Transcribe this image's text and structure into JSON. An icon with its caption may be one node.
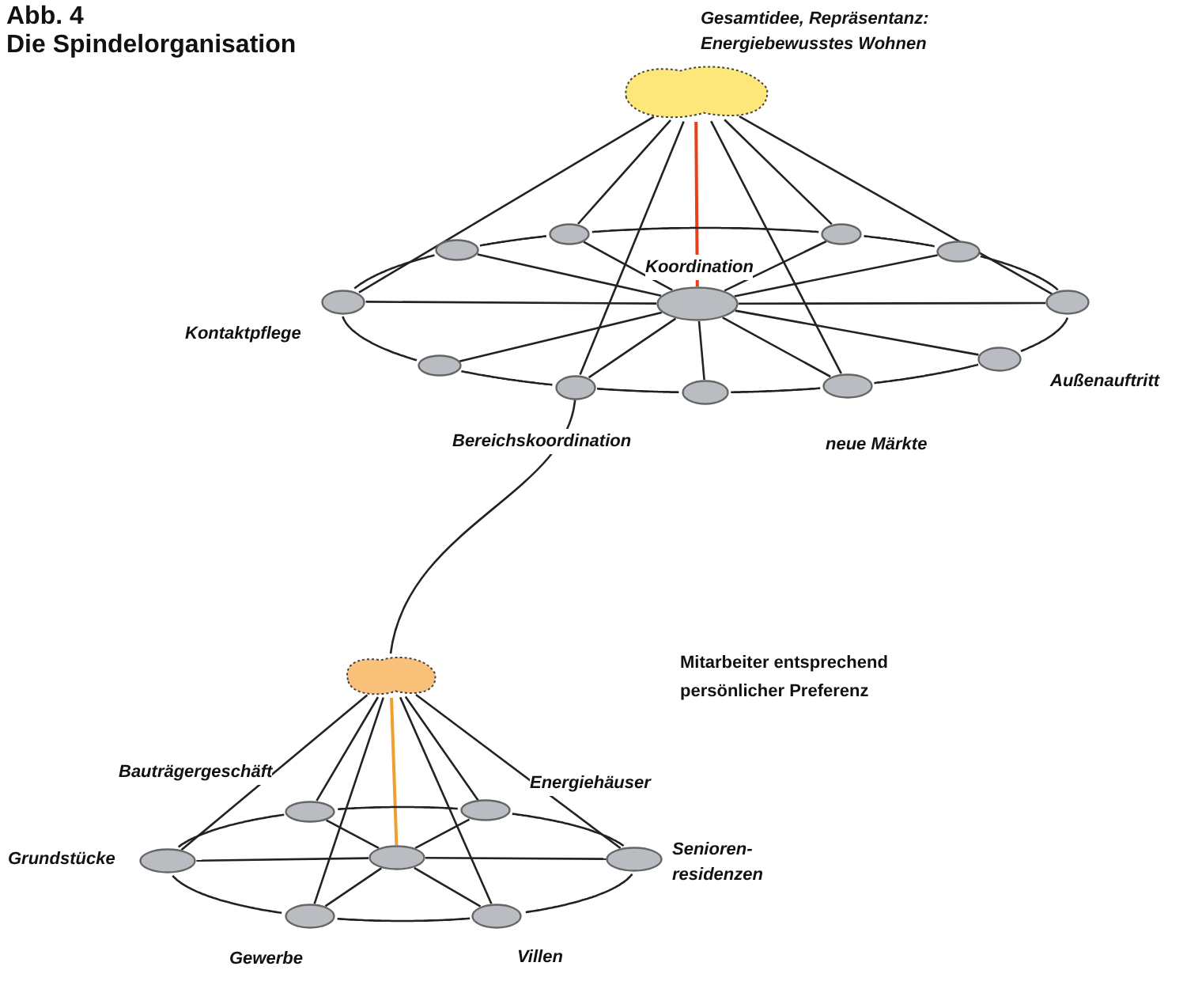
{
  "diagram": {
    "title": "Die Spindelorganisation",
    "nodes": [
      {
        "text": [],
        "shape": "cloud",
        "beside": [
          "Gesamtidee, Repräsentanz: Energiebewusstes Wohnen"
        ]
      },
      {
        "text": [],
        "shape": "ellipse",
        "beside": [
          "Koordination"
        ]
      },
      {
        "text": [],
        "shape": "ellipse",
        "beside": [
          "Kontaktpflege"
        ]
      },
      {
        "text": [],
        "shape": "ellipse"
      },
      {
        "text": [],
        "shape": "ellipse"
      },
      {
        "text": [],
        "shape": "ellipse"
      },
      {
        "text": [],
        "shape": "ellipse"
      },
      {
        "text": [],
        "shape": "ellipse"
      },
      {
        "text": [],
        "shape": "ellipse",
        "beside": [
          "Außenauftritt"
        ]
      },
      {
        "text": [],
        "shape": "ellipse",
        "beside": [
          "neue Märkte"
        ]
      },
      {
        "text": [],
        "shape": "ellipse"
      },
      {
        "text": [],
        "shape": "ellipse",
        "beside": [
          "Bereichskoordination"
        ]
      },
      {
        "text": [],
        "shape": "ellipse"
      },
      {
        "text": [],
        "shape": "cloud"
      },
      {
        "text": [],
        "shape": "ellipse"
      },
      {
        "text": [],
        "shape": "ellipse",
        "beside": [
          "Grundstücke"
        ]
      },
      {
        "text": [],
        "shape": "ellipse",
        "beside": [
          "Bauträgergeschäft"
        ]
      },
      {
        "text": [],
        "shape": "ellipse",
        "beside": [
          "Energiehäuser"
        ]
      },
      {
        "text": [],
        "shape": "ellipse",
        "beside": [
          "Senioren- residenzen"
        ]
      },
      {
        "text": [],
        "shape": "ellipse",
        "beside": [
          "Villen"
        ]
      },
      {
        "text": [],
        "shape": "ellipse",
        "beside": [
          "Gewerbe"
        ]
      }
    ],
    "edges": [
      {
        "from": 0,
        "to": 1,
        "arrow": "none",
        "color": "#e8401c"
      },
      {
        "from": 0,
        "to": 2,
        "arrow": "none"
      },
      {
        "from": 0,
        "to": 4,
        "arrow": "none"
      },
      {
        "from": 0,
        "to": 11,
        "arrow": "none"
      },
      {
        "from": 0,
        "to": 9,
        "arrow": "none"
      },
      {
        "from": 0,
        "to": 5,
        "arrow": "none"
      },
      {
        "from": 0,
        "to": 7,
        "arrow": "none"
      },
      {
        "from": 1,
        "to": 2,
        "arrow": "none"
      },
      {
        "from": 1,
        "to": 3,
        "arrow": "none"
      },
      {
        "from": 1,
        "to": 4,
        "arrow": "none"
      },
      {
        "from": 1,
        "to": 5,
        "arrow": "none"
      },
      {
        "from": 1,
        "to": 6,
        "arrow": "none"
      },
      {
        "from": 1,
        "to": 7,
        "arrow": "none"
      },
      {
        "from": 1,
        "to": 8,
        "arrow": "none"
      },
      {
        "from": 1,
        "to": 9,
        "arrow": "none"
      },
      {
        "from": 1,
        "to": 10,
        "arrow": "none"
      },
      {
        "from": 1,
        "to": 11,
        "arrow": "none"
      },
      {
        "from": 1,
        "to": 12,
        "arrow": "none"
      },
      {
        "from": 2,
        "to": 3,
        "arrow": "none"
      },
      {
        "from": 3,
        "to": 4,
        "arrow": "none"
      },
      {
        "from": 4,
        "to": 5,
        "arrow": "none"
      },
      {
        "from": 5,
        "to": 6,
        "arrow": "none"
      },
      {
        "from": 6,
        "to": 7,
        "arrow": "none"
      },
      {
        "from": 7,
        "to": 8,
        "arrow": "none"
      },
      {
        "from": 8,
        "to": 9,
        "arrow": "none"
      },
      {
        "from": 9,
        "to": 10,
        "arrow": "none"
      },
      {
        "from": 10,
        "to": 11,
        "arrow": "none"
      },
      {
        "from": 11,
        "to": 12,
        "arrow": "none"
      },
      {
        "from": 12,
        "to": 2,
        "arrow": "none"
      },
      {
        "from": 11,
        "to": 13,
        "arrow": "none"
      },
      {
        "from": 13,
        "to": 14,
        "arrow": "none",
        "color": "#f0a030"
      },
      {
        "from": 13,
        "to": 15,
        "arrow": "none"
      },
      {
        "from": 13,
        "to": 16,
        "arrow": "none"
      },
      {
        "from": 13,
        "to": 20,
        "arrow": "none"
      },
      {
        "from": 13,
        "to": 19,
        "arrow": "none"
      },
      {
        "from": 13,
        "to": 17,
        "arrow": "none"
      },
      {
        "from": 13,
        "to": 18,
        "arrow": "none"
      },
      {
        "from": 14,
        "to": 15,
        "arrow": "none"
      },
      {
        "from": 14,
        "to": 16,
        "arrow": "none"
      },
      {
        "from": 14,
        "to": 17,
        "arrow": "none"
      },
      {
        "from": 14,
        "to": 18,
        "arrow": "none"
      },
      {
        "from": 14,
        "to": 19,
        "arrow": "none"
      },
      {
        "from": 14,
        "to": 20,
        "arrow": "none"
      },
      {
        "from": 15,
        "to": 16,
        "arrow": "none"
      },
      {
        "from": 16,
        "to": 17,
        "arrow": "none"
      },
      {
        "from": 17,
        "to": 18,
        "arrow": "none"
      },
      {
        "from": 18,
        "to": 19,
        "arrow": "none"
      },
      {
        "from": 19,
        "to": 20,
        "arrow": "none"
      },
      {
        "from": 20,
        "to": 15,
        "arrow": "none"
      }
    ],
    "labels": [
      "Abb. 4",
      "Mitarbeiter entsprechend persönlicher Preferenz"
    ]
  }
}
